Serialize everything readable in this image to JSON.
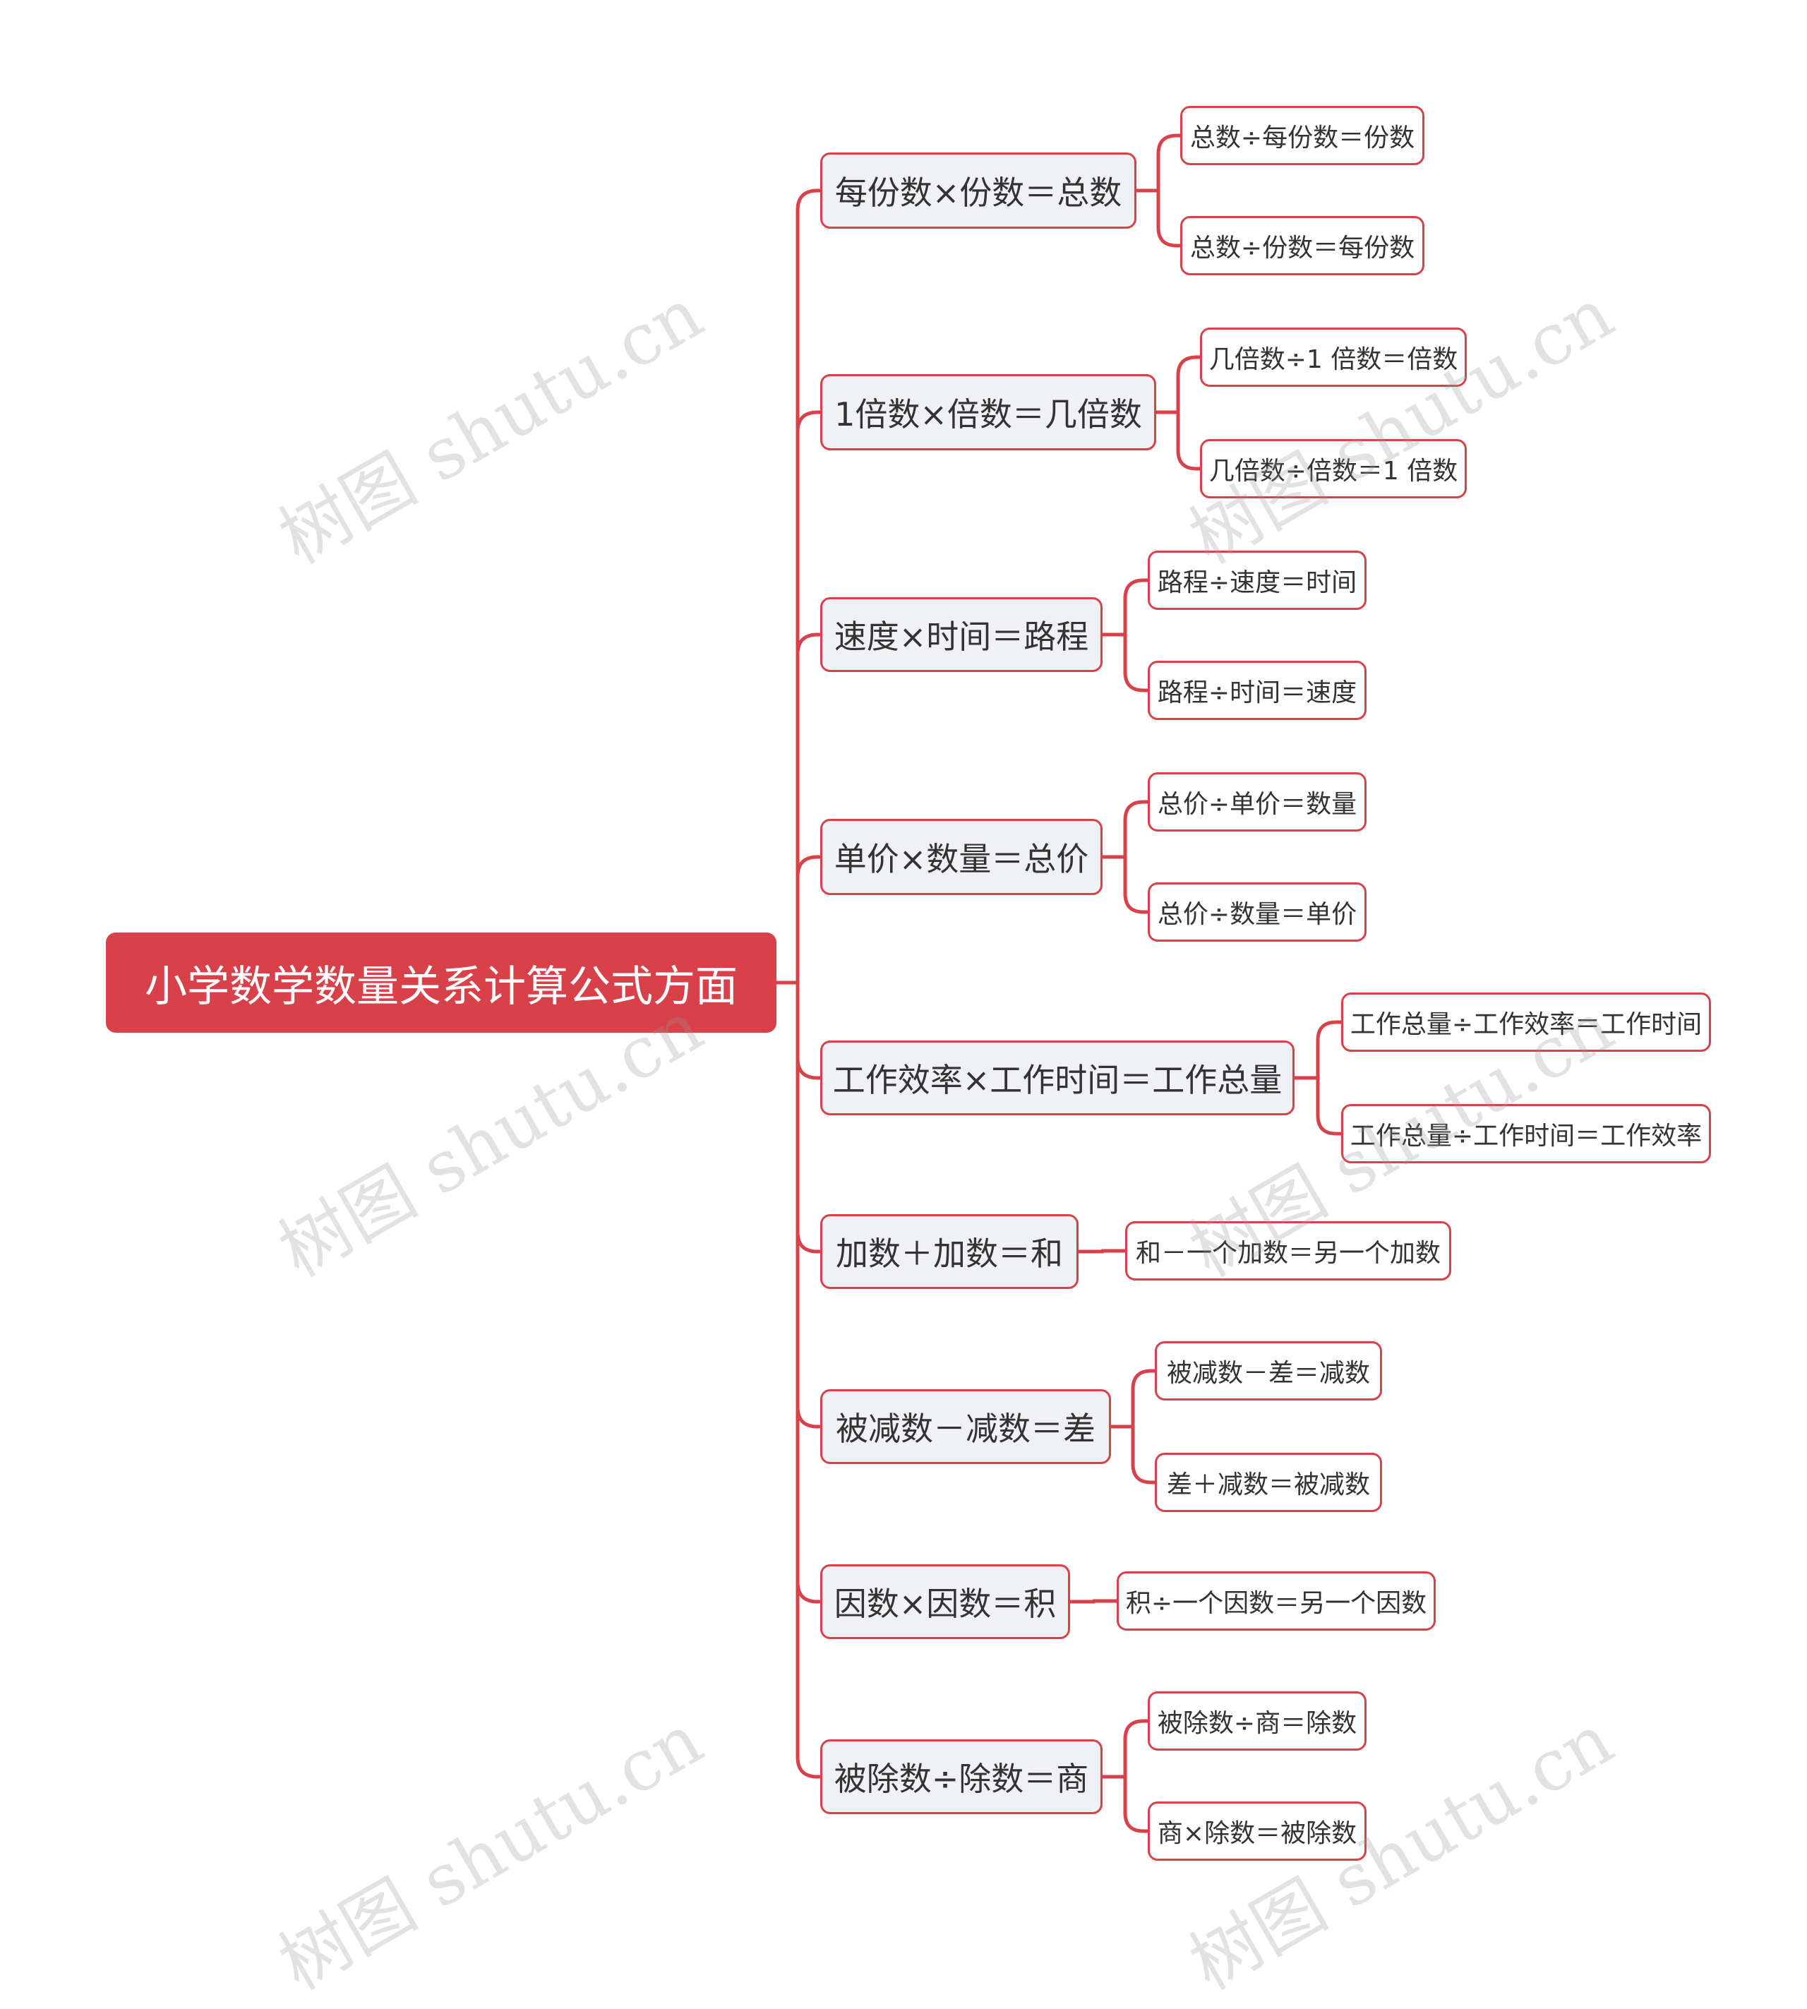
{
  "accent_color": "#d9414a",
  "root": {
    "label": "小学数学数量关系计算公式方面"
  },
  "branches": [
    {
      "label": "每份数×份数＝总数",
      "children": [
        "总数÷每份数＝份数",
        "总数÷份数＝每份数"
      ]
    },
    {
      "label": "1倍数×倍数＝几倍数",
      "children": [
        "几倍数÷1 倍数＝倍数",
        "几倍数÷倍数＝1 倍数"
      ]
    },
    {
      "label": "速度×时间＝路程",
      "children": [
        "路程÷速度＝时间",
        "路程÷时间＝速度"
      ]
    },
    {
      "label": "单价×数量＝总价",
      "children": [
        "总价÷单价＝数量",
        "总价÷数量＝单价"
      ]
    },
    {
      "label": "工作效率×工作时间＝工作总量",
      "children": [
        "工作总量÷工作效率＝工作时间",
        "工作总量÷工作时间＝工作效率"
      ]
    },
    {
      "label": "加数＋加数＝和",
      "children": [
        "和－一个加数＝另一个加数"
      ]
    },
    {
      "label": "被减数－减数＝差",
      "children": [
        "被减数－差＝减数",
        "差＋减数＝被减数"
      ]
    },
    {
      "label": "因数×因数＝积",
      "children": [
        "积÷一个因数＝另一个因数"
      ]
    },
    {
      "label": "被除数÷除数＝商",
      "children": [
        "被除数÷商＝除数",
        "商×除数＝被除数"
      ]
    }
  ],
  "watermark": {
    "text": "树图 shutu.cn"
  }
}
